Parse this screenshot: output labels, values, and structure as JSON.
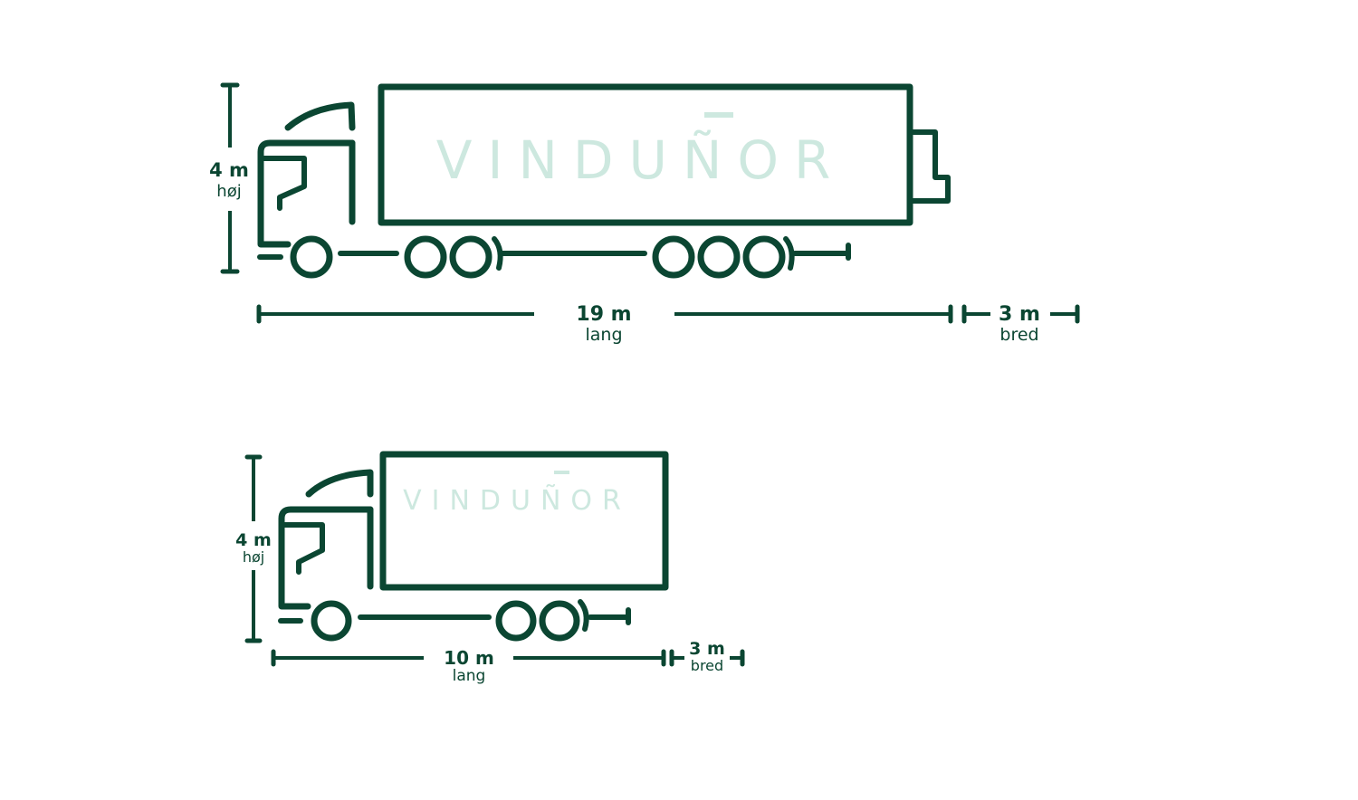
{
  "colors": {
    "ink": "#0b4632",
    "brand": "#cde8df"
  },
  "trucks": [
    {
      "name": "long-truck",
      "brand": "VINDUÑOR",
      "height": {
        "value": "4 m",
        "unit": "høj"
      },
      "length": {
        "value": "19 m",
        "unit": "lang"
      },
      "width": {
        "value": "3 m",
        "unit": "bred"
      }
    },
    {
      "name": "short-truck",
      "brand": "VINDUÑOR",
      "height": {
        "value": "4 m",
        "unit": "høj"
      },
      "length": {
        "value": "10 m",
        "unit": "lang"
      },
      "width": {
        "value": "3 m",
        "unit": "bred"
      }
    }
  ]
}
